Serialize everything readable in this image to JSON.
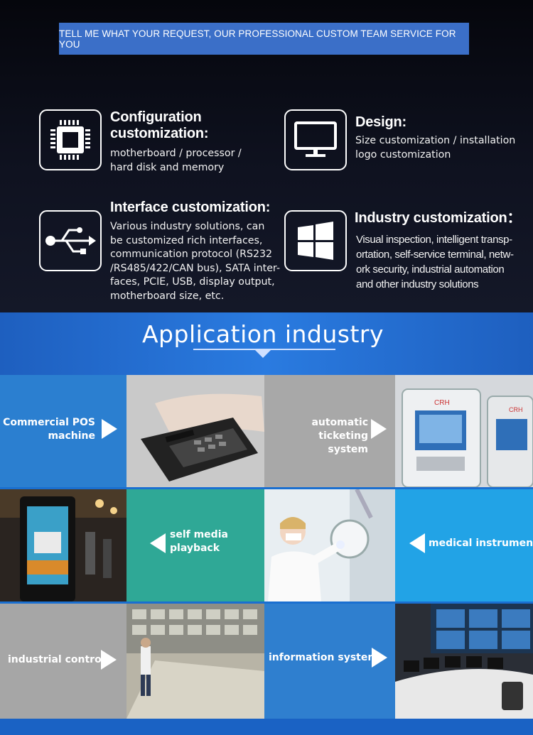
{
  "banner": {
    "text": "TELL ME WHAT YOUR REQUEST, OUR PROFESSIONAL CUSTOM TEAM SERVICE FOR YOU"
  },
  "features": [
    {
      "icon": "cpu-chip-icon",
      "title_line1": "Configuration",
      "title_line2": "customization:",
      "desc": "motherboard / processor /\nhard disk and memory"
    },
    {
      "icon": "monitor-icon",
      "title": "Design:",
      "desc": "Size customization / installation\nlogo customization"
    },
    {
      "icon": "usb-icon",
      "title": "Interface customization:",
      "desc": "Various industry solutions, can\nbe customized rich interfaces,\ncommunication protocol (RS232\n/RS485/422/CAN bus), SATA inter-\nfaces, PCIE, USB, display output,\nmotherboard size, etc."
    },
    {
      "icon": "windows-logo-icon",
      "title": "Industry customization：",
      "desc": "Visual inspection, intelligent transp-\nortation, self-service terminal, netw-\nork security, industrial automation\nand other industry solutions"
    }
  ],
  "application": {
    "title": "Application industry",
    "tiles": [
      {
        "label": "Commercial POS\nmachine",
        "color": "#2b7fd0"
      },
      {
        "label": "automatic ticketing\nsystem",
        "color": "#a8a8a8"
      },
      {
        "label": "self media\nplayback",
        "color": "#2fa896"
      },
      {
        "label": "medical instrument",
        "color": "#22a3e6"
      },
      {
        "label": "industrial control",
        "color": "#a6a6a6"
      },
      {
        "label": "information system",
        "color": "#2f7fcf"
      }
    ]
  },
  "colors": {
    "accent": "#3b6fc8",
    "dark_bg": "#0d0e1a",
    "blue": "#1e5fbf"
  }
}
